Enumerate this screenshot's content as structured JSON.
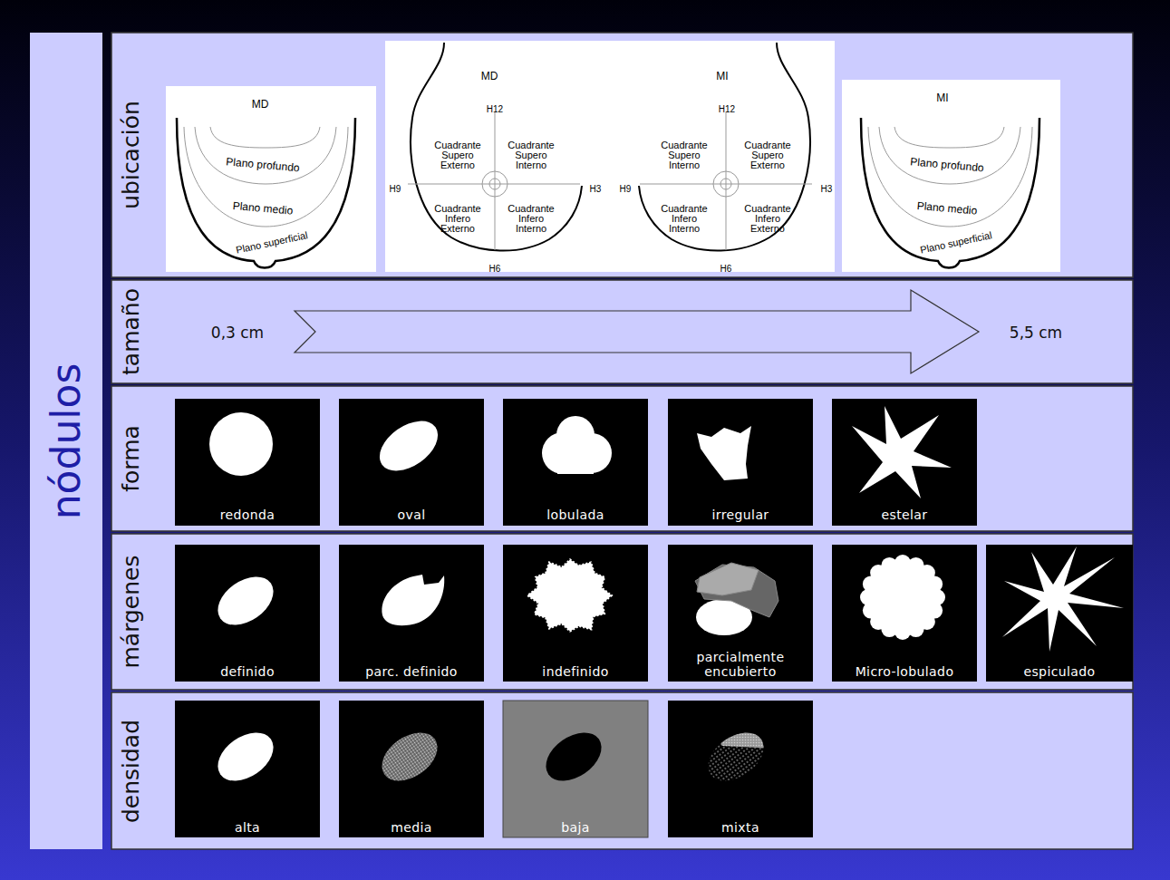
{
  "diagram": {
    "nodes": [
      {
        "text": [
          "nódulos"
        ]
      },
      {
        "text": [
          "ubicación"
        ]
      },
      {
        "text": [
          "tamaño"
        ]
      },
      {
        "text": [
          "forma"
        ]
      },
      {
        "text": [
          "redonda"
        ],
        "in": 3
      },
      {
        "text": [
          "oval"
        ],
        "in": 3
      },
      {
        "text": [
          "lobulada"
        ],
        "in": 3
      },
      {
        "text": [
          "irregular"
        ],
        "in": 3
      },
      {
        "text": [
          "estelar"
        ],
        "in": 3
      },
      {
        "text": [
          "márgenes"
        ]
      },
      {
        "text": [
          "definido"
        ],
        "in": 9
      },
      {
        "text": [
          "parc. definido"
        ],
        "in": 9
      },
      {
        "text": [
          "indefinido"
        ],
        "in": 9
      },
      {
        "text": [
          "parcialmente encubierto"
        ],
        "in": 9
      },
      {
        "text": [
          "Micro-lobulado"
        ],
        "in": 9
      },
      {
        "text": [
          "espiculado"
        ],
        "in": 9
      },
      {
        "text": [
          "densidad"
        ]
      },
      {
        "text": [
          "alta"
        ],
        "in": 16
      },
      {
        "text": [
          "media"
        ],
        "in": 16
      },
      {
        "text": [
          "baja"
        ],
        "in": 16
      },
      {
        "text": [
          "mixta"
        ],
        "in": 16
      }
    ],
    "labels": [
      "MD",
      "Plano profundo",
      "Plano medio",
      "Plano superficial",
      "MD",
      "MI",
      "H12",
      "H12",
      "Cuadrante Supero Externo",
      "Cuadrante Supero Interno",
      "Cuadrante Supero Interno",
      "Cuadrante Supero Externo",
      "H9",
      "H3",
      "H9",
      "H3",
      "Cuadrante Infero Externo",
      "Cuadrante Infero Interno",
      "Cuadrante Infero Interno",
      "Cuadrante Infero Externo",
      "H6",
      "H6",
      "MI",
      "Plano profundo",
      "Plano medio",
      "Plano superficial",
      "0,3 cm",
      "5,5 cm"
    ]
  }
}
